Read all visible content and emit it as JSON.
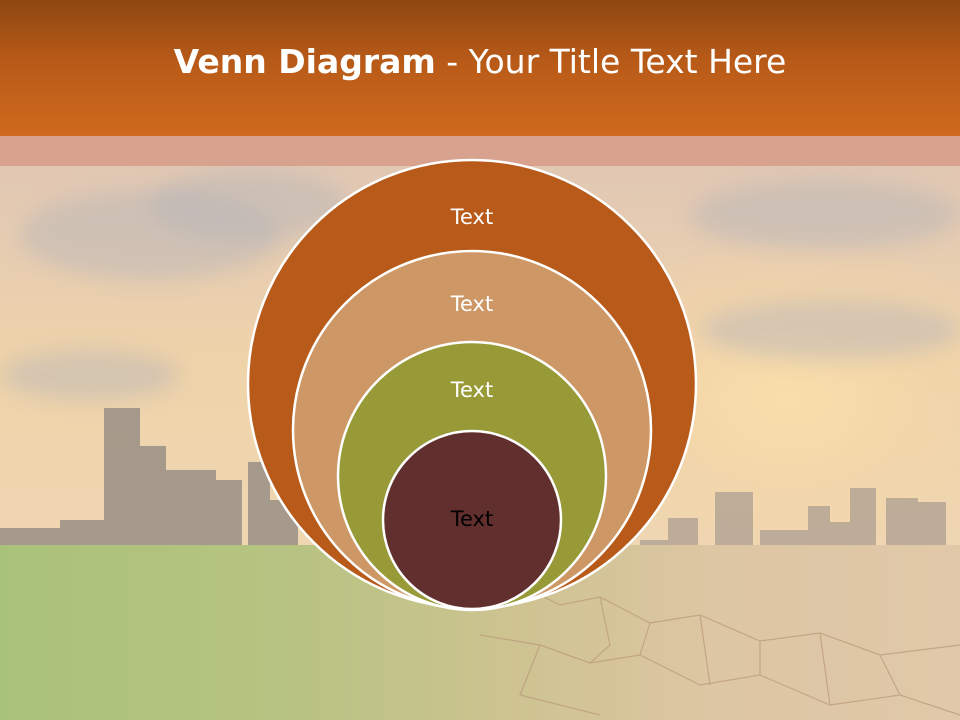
{
  "title": {
    "bold": "Venn Diagram",
    "rest": " - Your Title Text Here"
  },
  "diagram": {
    "circles": [
      {
        "label": "Text",
        "fill": "#b85a19",
        "text_color": "#ffffff"
      },
      {
        "label": "Text",
        "fill": "#cd9766",
        "text_color": "#ffffff"
      },
      {
        "label": "Text",
        "fill": "#979a36",
        "text_color": "#ffffff"
      },
      {
        "label": "Text",
        "fill": "#622f2f",
        "text_color": "#000000"
      }
    ],
    "outline_color": "#ffffff"
  },
  "theme": {
    "header_dark": "#8e4710",
    "header_light": "#cf6a1e"
  }
}
